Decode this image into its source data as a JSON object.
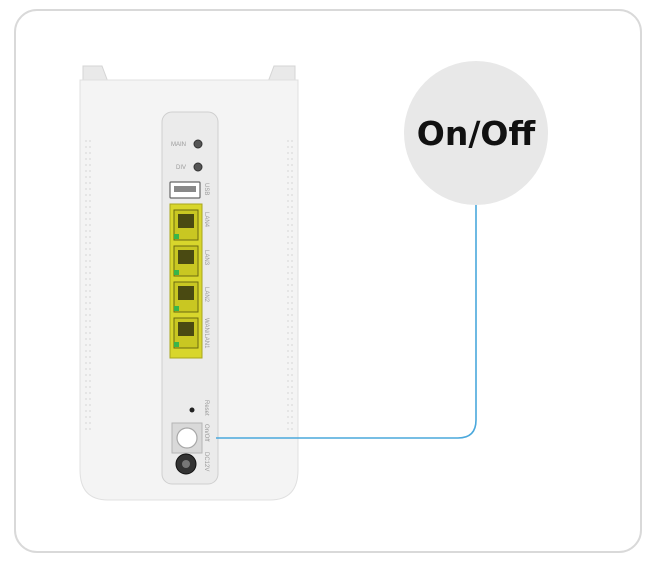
{
  "callout": {
    "label": "On/Off"
  },
  "ports": {
    "main": "MAIN",
    "div": "DIV",
    "usb": "USB",
    "lan4": "LAN4",
    "lan3": "LAN3",
    "lan2": "LAN2",
    "wan_lan1": "WAN/LAN1",
    "reset": "Reset",
    "onoff": "On/Off",
    "power": "DC12V"
  },
  "colors": {
    "frame_border": "#d9d9d9",
    "router_body": "#f4f4f4",
    "panel": "#ebebeb",
    "ethernet_yellow": "#d8d62c",
    "port_green": "#39b54a",
    "callout_circle": "#e8e8e8",
    "connector_line": "#4aa8dc",
    "callout_text": "#111111"
  }
}
